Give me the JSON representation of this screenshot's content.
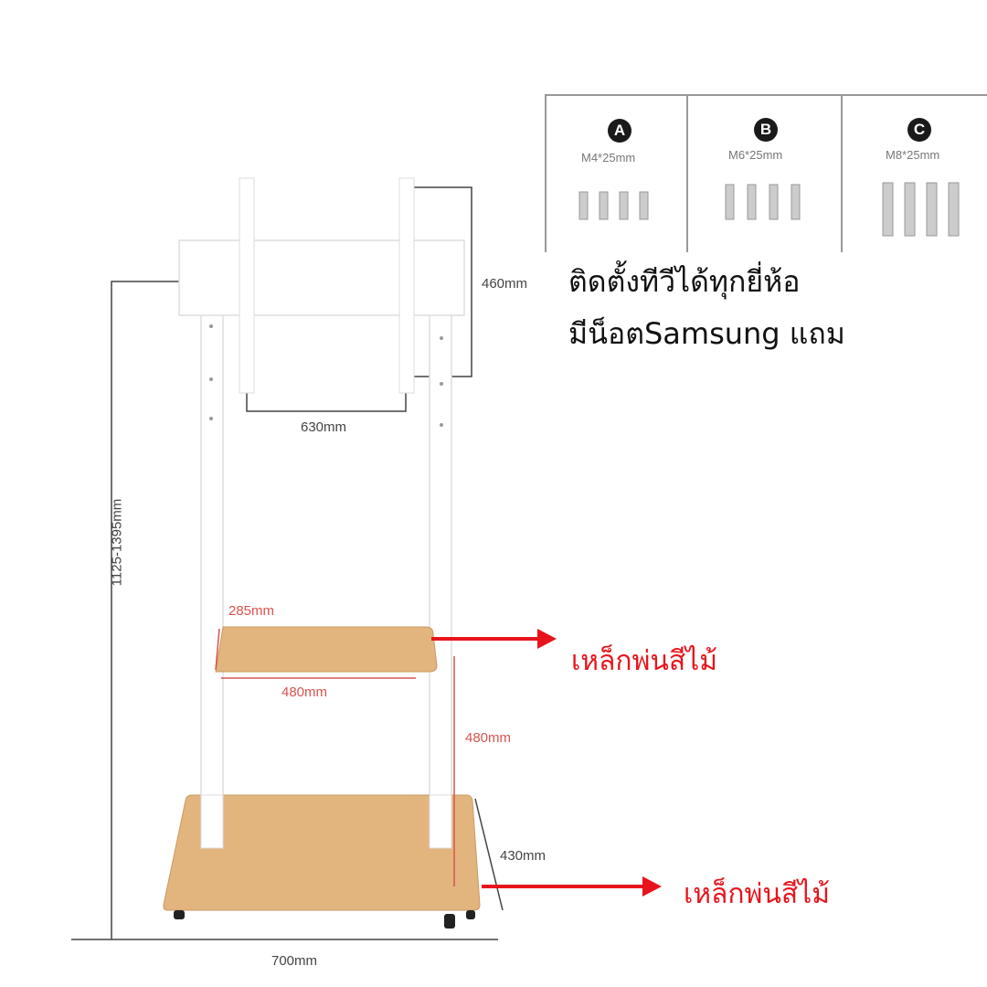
{
  "screws": [
    {
      "letter": "A",
      "size": "M4*25mm"
    },
    {
      "letter": "B",
      "size": "M6*25mm"
    },
    {
      "letter": "C",
      "size": "M8*25mm"
    }
  ],
  "headline": {
    "line1": "ติดตั้งทีวีได้ทุกยี่ห้อ",
    "line2": "มีน็อตSamsung แถม"
  },
  "dimensions": {
    "mount_height": "460mm",
    "mount_width": "630mm",
    "total_height": "1125-1395mm",
    "shelf_depth": "285mm",
    "shelf_width": "480mm",
    "shelf_gap": "480mm",
    "base_depth": "430mm",
    "base_width": "700mm"
  },
  "callouts": {
    "shelf": "เหล็กพ่นสีไม้",
    "base": "เหล็กพ่นสีไม้"
  },
  "colors": {
    "wood": "#e2b47e",
    "frame": "#ffffff",
    "accent_red": "#e8141c",
    "dim_red": "#d9534f"
  }
}
